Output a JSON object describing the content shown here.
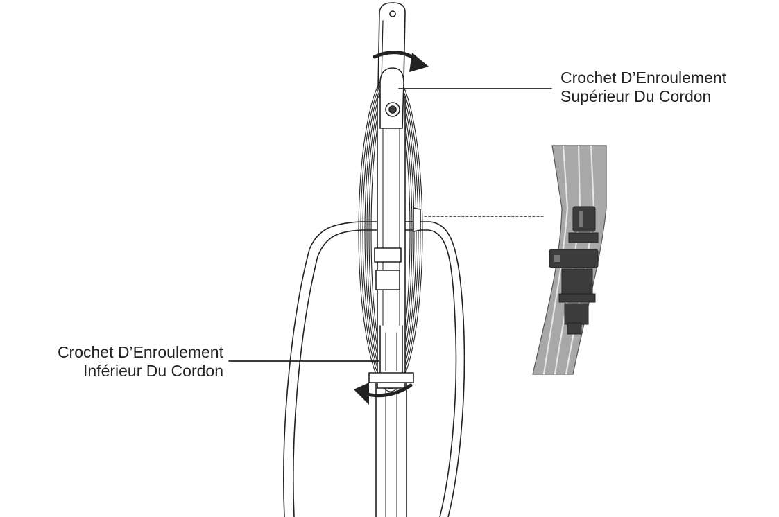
{
  "callouts": {
    "upper_hook": {
      "line1": "Crochet D’Enroulement",
      "line2": "Supérieur Du Cordon"
    },
    "lower_hook": {
      "line1": "Crochet D’Enroulement",
      "line2": "Inférieur Du Cordon"
    }
  },
  "colors": {
    "ink": "#222222",
    "inset_fill": "#9a9a9a",
    "clip_fill": "#3c3c3c",
    "background": "#ffffff"
  }
}
